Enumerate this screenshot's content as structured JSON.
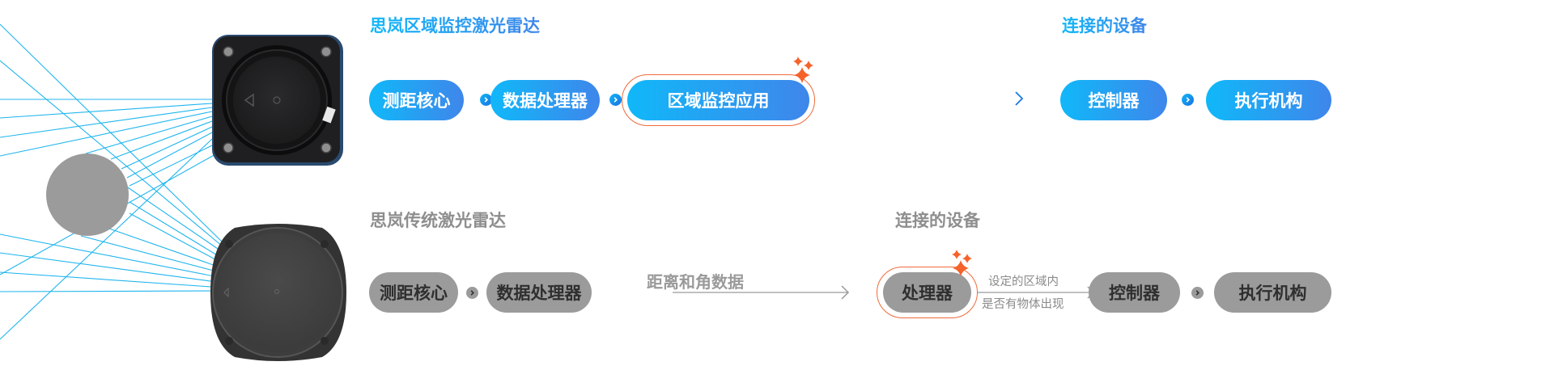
{
  "colors": {
    "brand_gradient_start": "#10b8f9",
    "brand_gradient_end": "#3f86ea",
    "grey_pill": "#9b9b9b",
    "grey_text": "#2f2f2f",
    "highlight": "#f06a3a",
    "scan_line": "#1fb5ee",
    "target_circle": "#9b9b9b"
  },
  "top_section": {
    "title": "思岚区域监控激光雷达",
    "pipeline": [
      {
        "label": "测距核心"
      },
      {
        "label": "数据处理器"
      },
      {
        "label": "区域监控应用",
        "highlighted": true
      }
    ],
    "connected_title": "连接的设备",
    "connected_devices": [
      {
        "label": "控制器"
      },
      {
        "label": "执行机构"
      }
    ]
  },
  "bottom_section": {
    "title": "思岚传统激光雷达",
    "pipeline": [
      {
        "label": "测距核心"
      },
      {
        "label": "数据处理器"
      }
    ],
    "arrow_label": "距离和角数据",
    "connected_title": "连接的设备",
    "connected_devices": [
      {
        "label": "处理器",
        "highlighted": true
      },
      {
        "label": "控制器"
      },
      {
        "label": "执行机构"
      }
    ],
    "processor_output_label_line1": "设定的区域内",
    "processor_output_label_line2": "是否有物体出现"
  },
  "devices": {
    "top": "area-monitoring-lidar",
    "bottom": "traditional-lidar"
  },
  "icons": {
    "step_arrow": "chevron-right-icon",
    "highlight": "sparkle-icon",
    "flow_arrow": "arrow-right-icon"
  }
}
